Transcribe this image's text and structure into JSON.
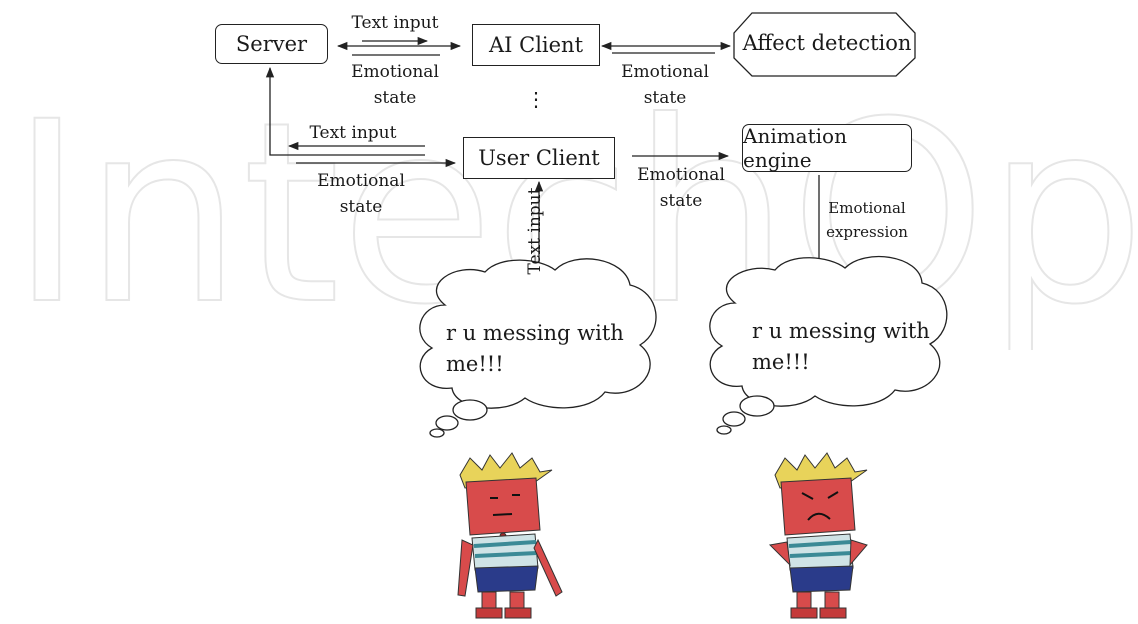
{
  "nodes": {
    "server": "Server",
    "ai_client": "AI Client",
    "affect_detection": "Affect detection",
    "user_client": "User Client",
    "animation_engine": "Animation engine",
    "ellipsis": "⋮"
  },
  "edge_labels": {
    "server_ai_text": "Text input",
    "server_ai_emotion_1": "Emotional",
    "server_ai_emotion_2": "state",
    "ai_affect_emotion_1": "Emotional",
    "ai_affect_emotion_2": "state",
    "server_user_text": "Text input",
    "server_user_emotion_1": "Emotional",
    "server_user_emotion_2": "state",
    "user_anim_emotion_1": "Emotional",
    "user_anim_emotion_2": "state",
    "user_text_vertical": "Text input",
    "anim_expression_1": "Emotional",
    "anim_expression_2": "expression"
  },
  "bubbles": {
    "left": "r u messing with\nme!!!",
    "right": "r u messing with\nme!!!"
  },
  "watermark": "IntechOpen"
}
